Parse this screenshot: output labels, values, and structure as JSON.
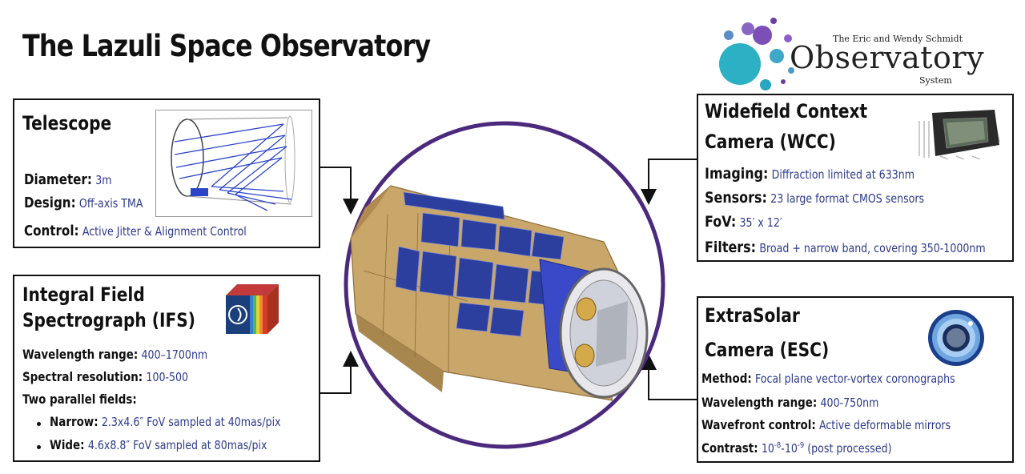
{
  "title": "The Lazuli Space Observatory",
  "logo": {
    "top_line": "The Eric and Wendy Schmidt",
    "main": "Observatory",
    "sub": "System",
    "colors": [
      "#6b3fa0",
      "#8e5fc8",
      "#2fb2c4",
      "#1f93b5"
    ]
  },
  "telescope": {
    "heading": "Telescope",
    "rows": [
      {
        "label": "Diameter:",
        "value": "3m"
      },
      {
        "label": "Design:",
        "value": "Off-axis TMA"
      },
      {
        "label": "Control:",
        "value": "Active Jitter & Alignment Control"
      }
    ],
    "icon": "telescope-ray-diagram-icon"
  },
  "ifs": {
    "heading_line1": "Integral Field",
    "heading_line2": "Spectrograph (IFS)",
    "rows": [
      {
        "label": "Wavelength range:",
        "value": "400–1700nm"
      },
      {
        "label": "Spectral resolution:",
        "value": "100-500"
      }
    ],
    "fields_label": "Two parallel fields:",
    "bullets": [
      {
        "label": "Narrow:",
        "value": "2.3x4.6″ FoV sampled at 40mas/pix"
      },
      {
        "label": "Wide:",
        "value": "4.6x8.8″ FoV sampled at 80mas/pix"
      }
    ],
    "icon": "spectral-cube-icon"
  },
  "wcc": {
    "heading_line1": "Widefield Context",
    "heading_line2": "Camera (WCC)",
    "rows": [
      {
        "label": "Imaging:",
        "value": "Diffraction limited at 633nm"
      },
      {
        "label": "Sensors:",
        "value": "23 large format CMOS sensors"
      },
      {
        "label": "FoV:",
        "value": "35′ x 12′"
      },
      {
        "label": "Filters:",
        "value": "Broad + narrow band, covering 350-1000nm"
      }
    ],
    "icon": "cmos-chip-icon"
  },
  "esc": {
    "heading_line1": "ExtraSolar",
    "heading_line2": "Camera (ESC)",
    "rows": [
      {
        "label": "Method:",
        "value": "Focal plane vector-vortex coronographs"
      },
      {
        "label": "Wavelength range:",
        "value": "400-750nm"
      },
      {
        "label": "Wavefront control:",
        "value": "Active deformable mirrors"
      }
    ],
    "contrast_label": "Contrast:",
    "contrast_a": "10",
    "contrast_a_exp": "-8",
    "contrast_b": "-10",
    "contrast_b_exp": "-9",
    "contrast_note": " (post processed)",
    "icon": "coronagraph-lens-icon"
  },
  "colors": {
    "value_text": "#2e3a8c",
    "circle": "#4b2a7d",
    "panel_blue": "#2c3f9e",
    "body_gold": "#c9a66a"
  }
}
